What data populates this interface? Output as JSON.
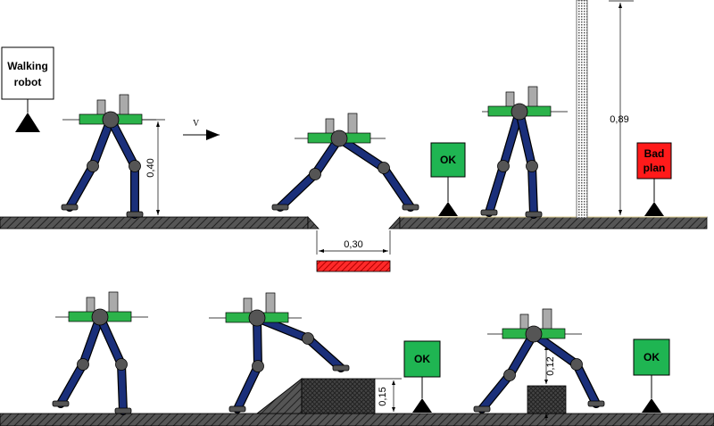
{
  "title_sign": {
    "line1": "Walking",
    "line2": "robot"
  },
  "velocity_label": "V",
  "signs": {
    "ok_1": "OK",
    "bad_plan_line1": "Bad",
    "bad_plan_line2": "plan",
    "ok_2": "OK",
    "ok_3": "OK"
  },
  "dimensions": {
    "robot_height": "0,40",
    "gap_width": "0,30",
    "wall_height": "0,89",
    "step_height": "0,15",
    "obstacle_height": "0,12"
  },
  "colors": {
    "ok": "#1fb552",
    "bad": "#ff1a1a",
    "leg": "#1a2f7a",
    "platform": "#2bb34a",
    "joint": "#555555",
    "ground": "#3a3a3a"
  }
}
